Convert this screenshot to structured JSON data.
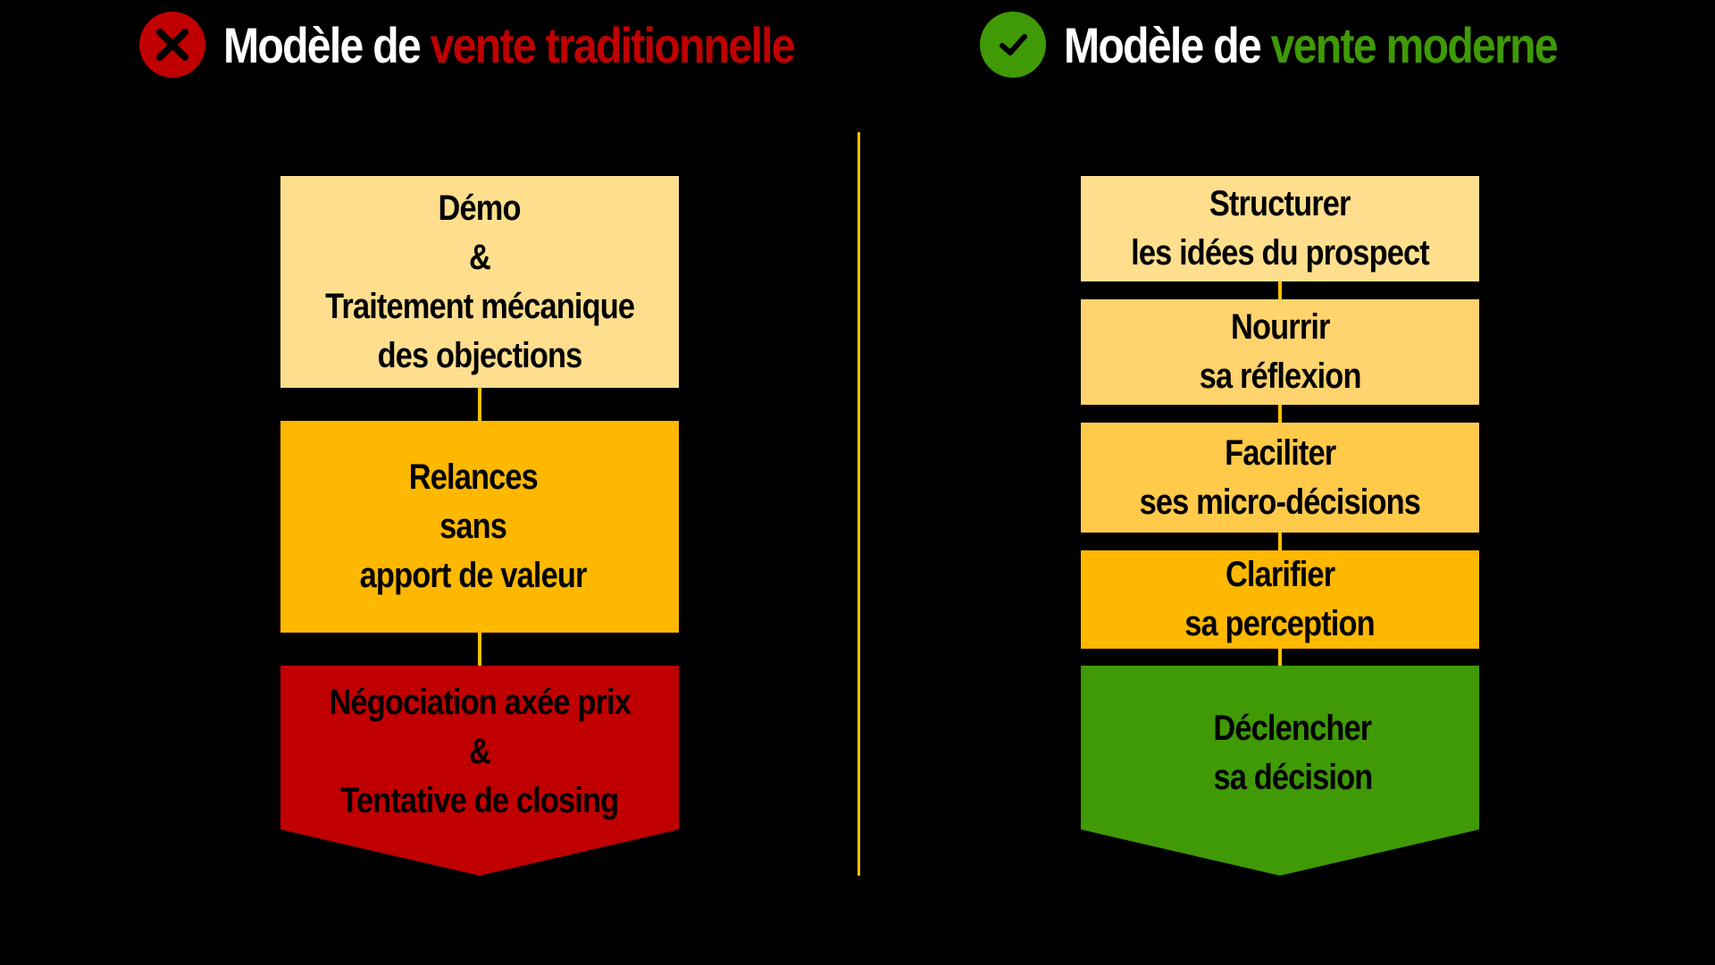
{
  "colors": {
    "background": "#000000",
    "white": "#ffffff",
    "red": "#c00000",
    "green": "#3f9a05",
    "light_yellow": "#ffdf8e",
    "medium_yellow": "#ffd36d",
    "yellow_orange": "#ffc94a",
    "orange": "#ffb800",
    "connector": "#ffc000"
  },
  "left": {
    "icon": "cross-circle-icon",
    "title_prefix": "Modèle de ",
    "title_highlight": "vente traditionnelle",
    "steps": [
      {
        "lines": [
          "Démo",
          "&",
          "Traitement mécanique",
          "des objections"
        ],
        "color": "#ffdf8e"
      },
      {
        "lines": [
          "Relances",
          "sans",
          "apport de valeur"
        ],
        "color": "#ffb800"
      },
      {
        "lines": [
          "Négociation axée prix",
          "&",
          "Tentative de closing"
        ],
        "color": "#c00000"
      }
    ]
  },
  "right": {
    "icon": "check-circle-icon",
    "title_prefix": "Modèle de ",
    "title_highlight": "vente moderne",
    "steps": [
      {
        "lines": [
          "Structurer",
          "les idées du prospect"
        ],
        "color": "#ffdf8e"
      },
      {
        "lines": [
          "Nourrir",
          "sa réflexion"
        ],
        "color": "#ffd36d"
      },
      {
        "lines": [
          "Faciliter",
          "ses micro-décisions"
        ],
        "color": "#ffc94a"
      },
      {
        "lines": [
          "Clarifier",
          "sa perception"
        ],
        "color": "#ffb800"
      },
      {
        "lines": [
          "Déclencher",
          "sa décision"
        ],
        "color": "#3f9a05"
      }
    ]
  }
}
